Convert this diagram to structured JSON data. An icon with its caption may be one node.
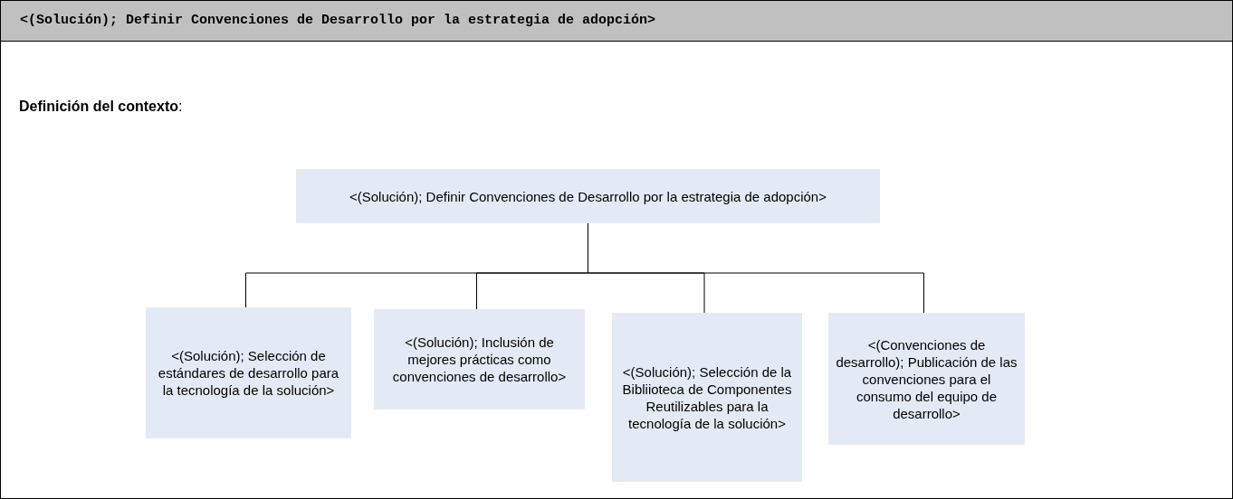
{
  "diagram": {
    "title": "<(Solución); Definir Convenciones de Desarrollo por la estrategia de adopción>",
    "labels": [
      "**Definición del contexto**:"
    ],
    "nodes": [
      {
        "text": [
          "<(Solución); Definir Convenciones de Desarrollo por la estrategia de adopción>"
        ]
      },
      {
        "text": [
          "<(Solución); Selección de estándares de desarrollo para la tecnología de la solución>"
        ]
      },
      {
        "text": [
          "<(Solución); Inclusión de mejores prácticas como convenciones de desarrollo>"
        ]
      },
      {
        "text": [
          "<(Solución); Selección de la Bibliioteca de Componentes Reutilizables para la tecnología de la solución>"
        ]
      },
      {
        "text": [
          "<(Convenciones de desarrollo); Publicación de las convenciones para el consumo del equipo de desarrollo>"
        ]
      }
    ],
    "edges": [
      {
        "from": 0,
        "to": 1,
        "arrow": "none"
      },
      {
        "from": 0,
        "to": 2,
        "arrow": "none"
      },
      {
        "from": 0,
        "to": 3,
        "arrow": "none"
      },
      {
        "from": 0,
        "to": 4,
        "arrow": "none"
      }
    ]
  }
}
